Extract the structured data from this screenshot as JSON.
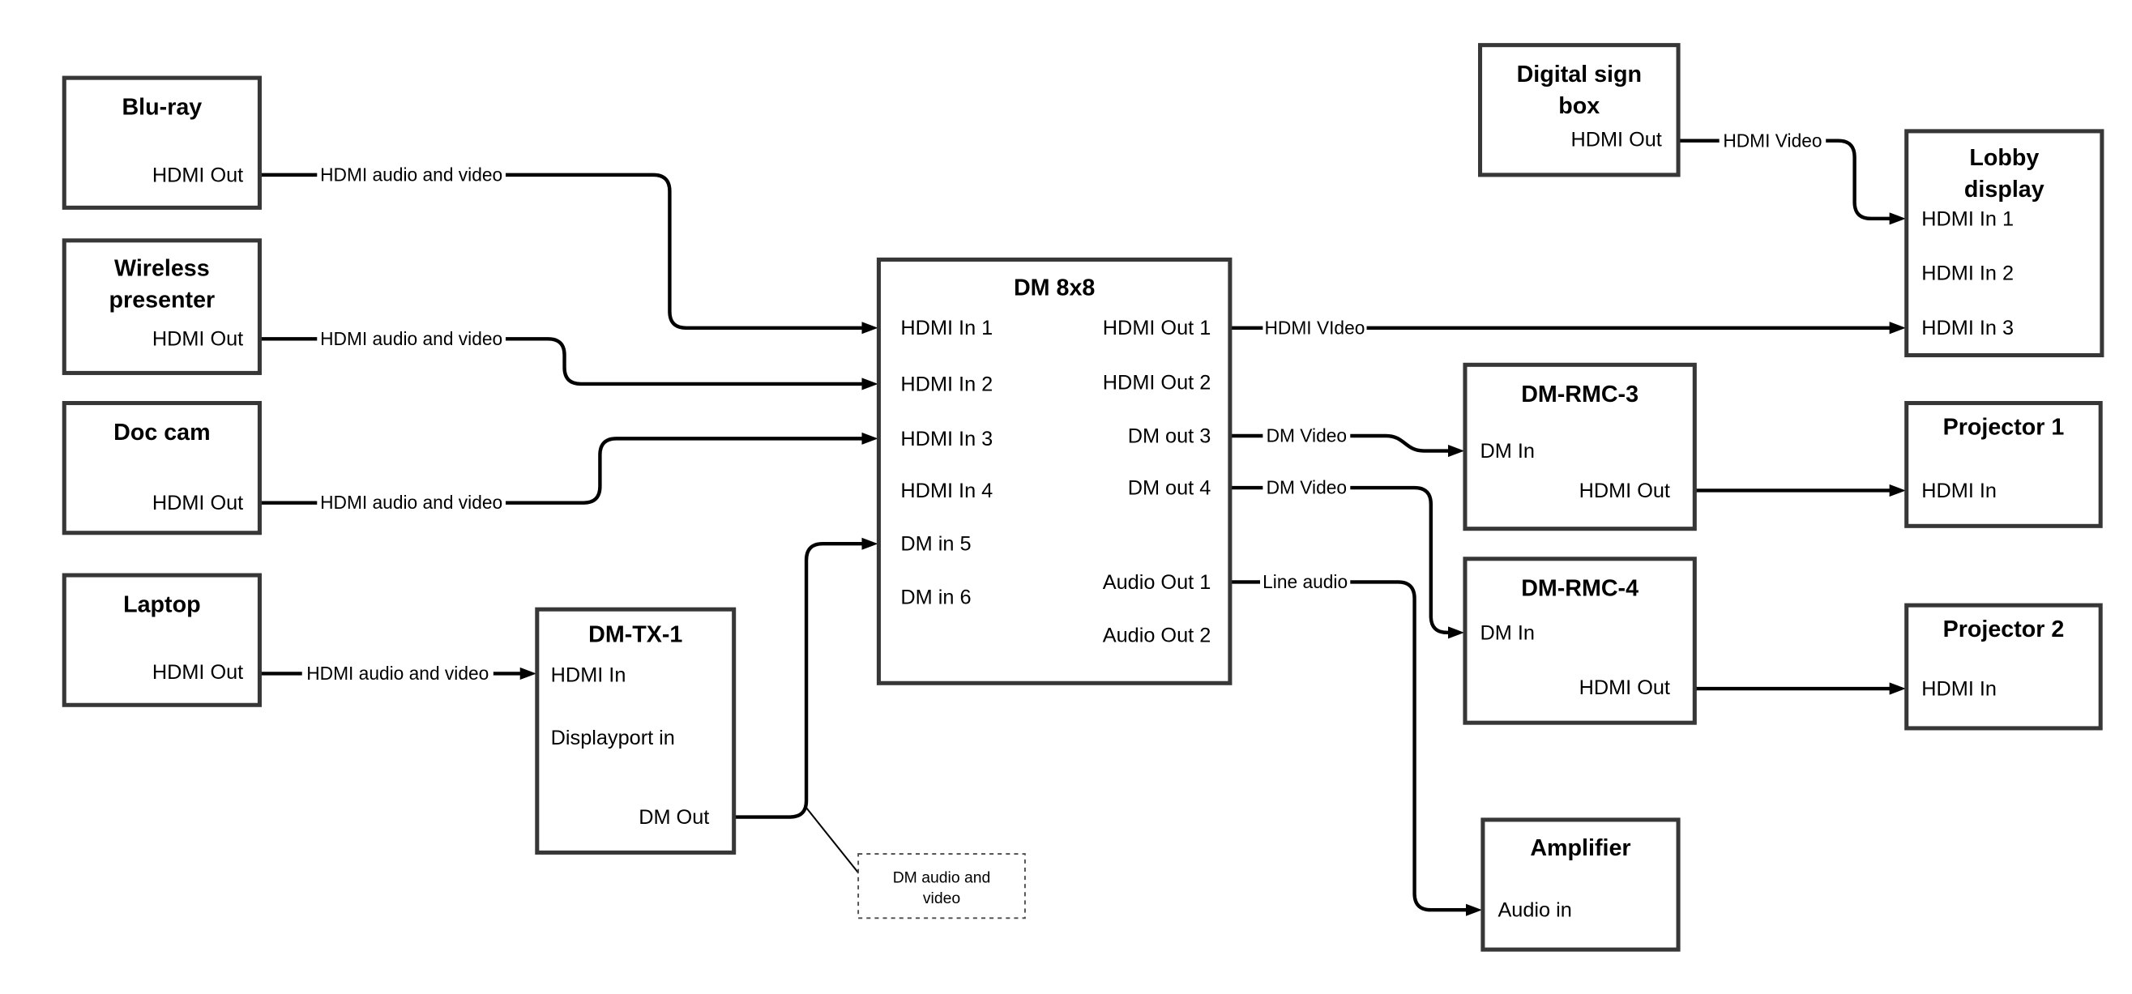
{
  "colors": {
    "background": "#ffffff",
    "wire": "#000000",
    "box_border": "#373737",
    "text": "#000000"
  },
  "nodes": {
    "bluray": {
      "title": [
        "Blu-ray"
      ],
      "ports": [
        "HDMI Out"
      ]
    },
    "wireless": {
      "title": [
        "Wireless",
        "presenter"
      ],
      "ports": [
        "HDMI Out"
      ]
    },
    "doccam": {
      "title": [
        "Doc cam"
      ],
      "ports": [
        "HDMI Out"
      ]
    },
    "laptop": {
      "title": [
        "Laptop"
      ],
      "ports": [
        "HDMI Out"
      ]
    },
    "dmtx1": {
      "title": [
        "DM-TX-1"
      ],
      "ports": [
        "HDMI In",
        "Displayport in",
        "DM Out"
      ]
    },
    "dm8x8": {
      "title": [
        "DM 8x8"
      ],
      "ports_left": [
        "HDMI In 1",
        "HDMI In 2",
        "HDMI In 3",
        "HDMI In 4",
        "DM in 5",
        "DM in 6"
      ],
      "ports_right": [
        "HDMI Out 1",
        "HDMI Out 2",
        "DM out 3",
        "DM out 4",
        "Audio Out 1",
        "Audio Out 2"
      ]
    },
    "digitalsign": {
      "title": [
        "Digital sign",
        "box"
      ],
      "ports": [
        "HDMI Out"
      ]
    },
    "lobby": {
      "title": [
        "Lobby",
        "display"
      ],
      "ports": [
        "HDMI In 1",
        "HDMI In 2",
        "HDMI In 3"
      ]
    },
    "dmrmc3": {
      "title": [
        "DM-RMC-3"
      ],
      "ports": [
        "DM In",
        "HDMI Out"
      ]
    },
    "projector1": {
      "title": [
        "Projector 1"
      ],
      "ports": [
        "HDMI In"
      ]
    },
    "dmrmc4": {
      "title": [
        "DM-RMC-4"
      ],
      "ports": [
        "DM In",
        "HDMI Out"
      ]
    },
    "projector2": {
      "title": [
        "Projector 2"
      ],
      "ports": [
        "HDMI In"
      ]
    },
    "amplifier": {
      "title": [
        "Amplifier"
      ],
      "ports": [
        "Audio in"
      ]
    }
  },
  "wire_labels": {
    "bluray_dm8x8": "HDMI audio and video",
    "wireless_dm8x8": "HDMI audio and video",
    "doccam_dm8x8": "HDMI audio and video",
    "laptop_dmtx1": "HDMI audio and video",
    "hdmiout1_lobby": "HDMI VIdeo",
    "dmout3_rmc3": "DM Video",
    "dmout4_rmc4": "DM Video",
    "audioout1_amp": "Line audio",
    "digitalsign_lobby": "HDMI Video"
  },
  "note": {
    "lines": [
      "DM audio and",
      "video"
    ]
  }
}
